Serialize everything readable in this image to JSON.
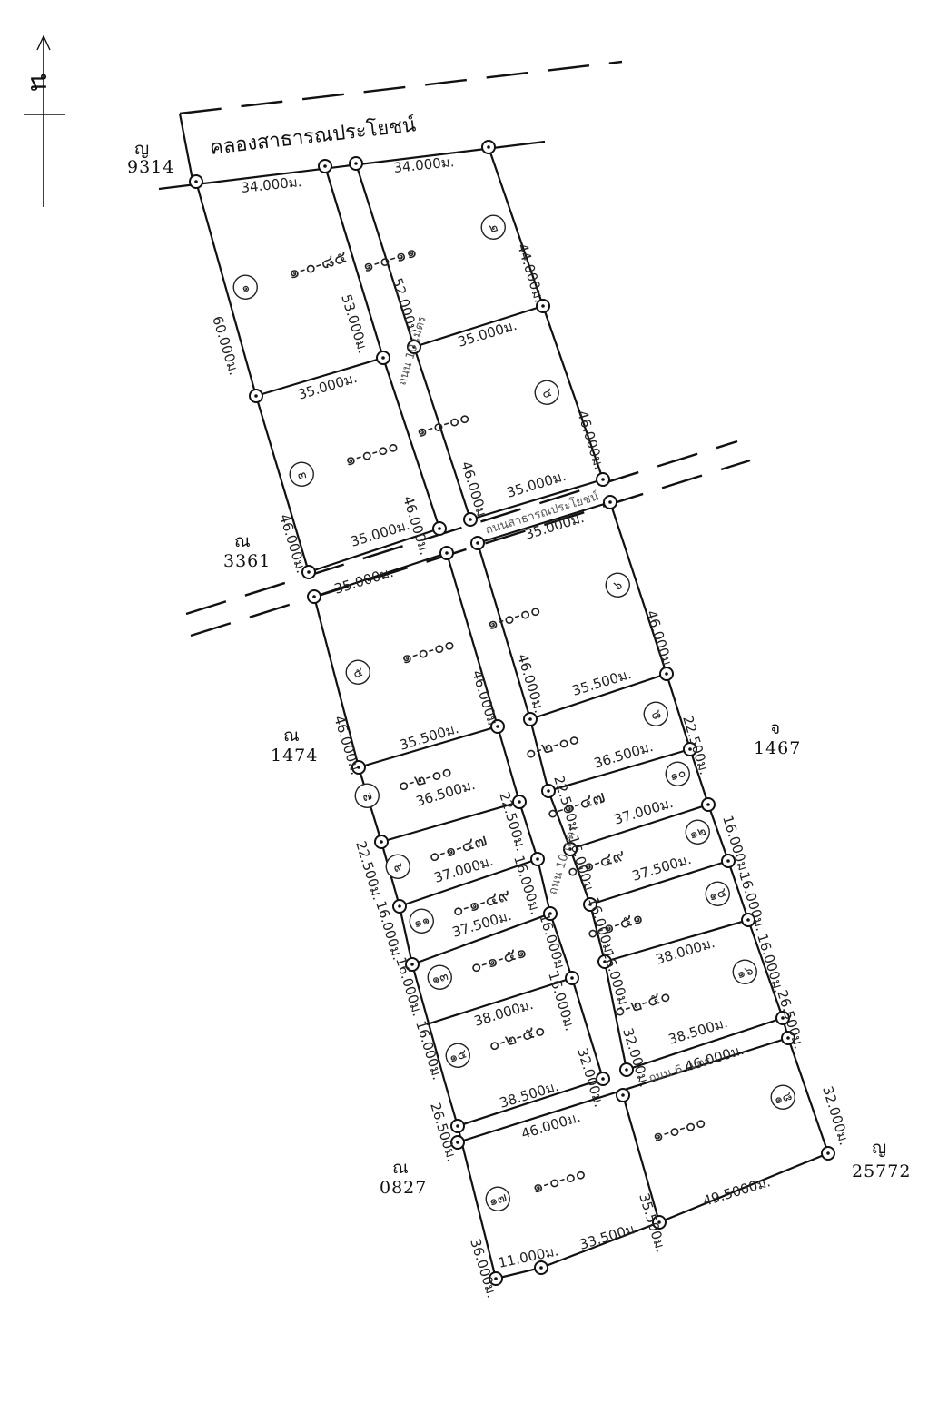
{
  "north": {
    "label": "น"
  },
  "canal_label": "คลองสาธารณประโยชน์",
  "public_road_label": "ถนนสาธารณประโยชน์",
  "roads": {
    "road10_upper": "ถนน 10 เมตร",
    "road10_lower": "ถนน 10 เมตร",
    "road6": "ถนน 6 เมตร"
  },
  "corners": [
    {
      "name": "ญ",
      "number": "9314"
    },
    {
      "name": "ณ",
      "number": "3361"
    },
    {
      "name": "ณ",
      "number": "1474"
    },
    {
      "name": "จ",
      "number": "1467"
    },
    {
      "name": "ณ",
      "number": "0827"
    },
    {
      "name": "ญ",
      "number": "25772"
    }
  ],
  "lots": [
    {
      "no": "๑",
      "area": "๑-๐-๘๕"
    },
    {
      "no": "๒",
      "area": "๑-๐-๑๑"
    },
    {
      "no": "๓",
      "area": "๑-๐-๐๐"
    },
    {
      "no": "๔",
      "area": "๑-๐-๐๐"
    },
    {
      "no": "๕",
      "area": "๑-๐-๐๐"
    },
    {
      "no": "๖",
      "area": "๑-๐-๐๐"
    },
    {
      "no": "๗",
      "area": "๐-๒-๐๐"
    },
    {
      "no": "๘",
      "area": "๐-๒-๐๐"
    },
    {
      "no": "๙",
      "area": "๐-๑-๔๗"
    },
    {
      "no": "๑๐",
      "area": "๐-๑-๔๗"
    },
    {
      "no": "๑๑",
      "area": "๐-๑-๔๙"
    },
    {
      "no": "๑๒",
      "area": "๐-๑-๔๙"
    },
    {
      "no": "๑๓",
      "area": "๐-๑-๕๑"
    },
    {
      "no": "๑๔",
      "area": "๐-๑-๕๑"
    },
    {
      "no": "๑๕",
      "area": "๐-๒-๕๐"
    },
    {
      "no": "๑๖",
      "area": "๐-๒-๕๐"
    },
    {
      "no": "๑๗",
      "area": "๑-๐-๐๐"
    },
    {
      "no": "๑๘",
      "area": "๑-๐-๐๐"
    }
  ],
  "dims": [
    "34.000ม.",
    "34.000ม.",
    "60.000ม.",
    "53.000ม.",
    "52.000ม.",
    "44.000ม.",
    "35.000ม.",
    "35.000ม.",
    "46.000ม.",
    "46.000ม.",
    "46.000ม.",
    "46.000ม.",
    "35.000ม.",
    "35.000ม.",
    "35.000ม.",
    "35.000ม.",
    "46.000ม.",
    "46.000ม.",
    "46.000ม.",
    "46.000ม.",
    "35.500ม.",
    "35.500ม.",
    "22.500ม.",
    "22.500ม.",
    "22.500ม.",
    "22.500ม.",
    "36.500ม.",
    "36.500ม.",
    "16.000ม.",
    "16.000ม.",
    "16.000ม.",
    "16.000ม.",
    "37.000ม.",
    "37.000ม.",
    "16.000ม.",
    "16.000ม.",
    "16.000ม.",
    "16.000ม.",
    "37.500ม.",
    "37.500ม.",
    "16.000ม.",
    "16.000ม.",
    "16.000ม.",
    "16.000ม.",
    "38.000ม.",
    "38.000ม.",
    "26.500ม.",
    "32.000ม.",
    "32.000ม.",
    "26.500ม.",
    "38.500ม.",
    "38.500ม.",
    "46.000ม.",
    "46.000ม.",
    "32.000ม.",
    "36.000ม.",
    "35.500ม.",
    "49.5000ม.",
    "11.000ม.",
    "33.500ม."
  ]
}
